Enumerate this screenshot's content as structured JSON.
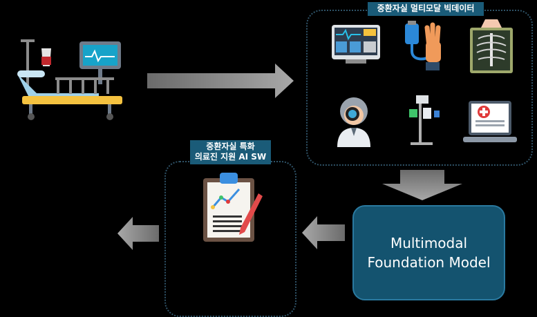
{
  "multimodal_box": {
    "label": "중환자실 멀티모달 빅데이터"
  },
  "ai_sw_box": {
    "label_line1": "중환자실 특화",
    "label_line2": "의료진 지원 AI SW"
  },
  "foundation_model": {
    "line1": "Multimodal",
    "line2": "Foundation Model"
  },
  "icons": [
    "icu-bed-icon",
    "patient-monitor-icon",
    "iv-hand-icon",
    "xray-icon",
    "eye-exam-doctor-icon",
    "medical-stand-icon",
    "medical-report-icon",
    "clipboard-chart-icon"
  ],
  "colors": {
    "accent_blue": "#14536f",
    "tag_blue": "#1a5b78",
    "dashed_border": "#2f5368",
    "arrow_gray": "#8a8a8a"
  }
}
